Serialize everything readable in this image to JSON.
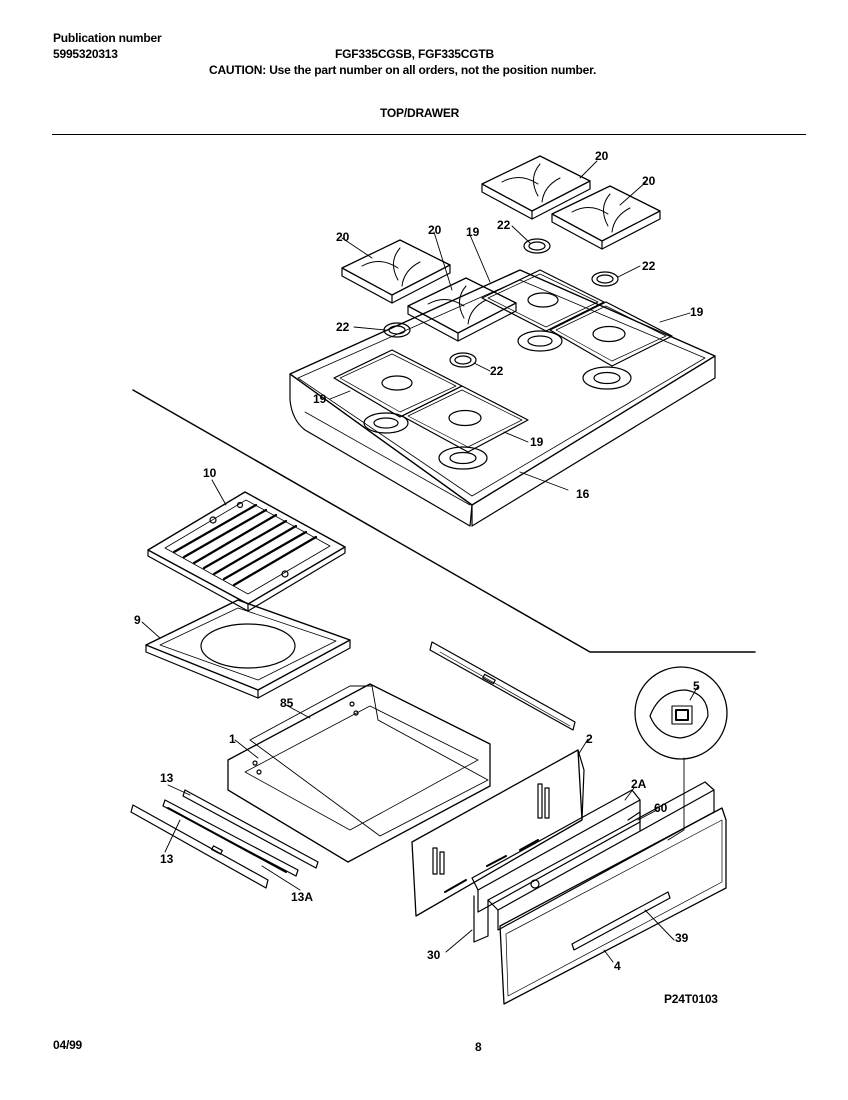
{
  "header": {
    "publication_label": "Publication number",
    "publication_number": "5995320313",
    "models": "FGF335CGSB, FGF335CGTB",
    "caution": "CAUTION:  Use the part number on all orders, not the position number.",
    "section_title": "TOP/DRAWER"
  },
  "callouts": {
    "c20a": "20",
    "c20b": "20",
    "c20c": "20",
    "c20d": "20",
    "c22a": "22",
    "c22b": "22",
    "c22c": "22",
    "c22d": "22",
    "c19a": "19",
    "c19b": "19",
    "c19c": "19",
    "c19d": "19",
    "c16": "16",
    "c10": "10",
    "c9": "9",
    "c85": "85",
    "c1": "1",
    "c13a": "13",
    "c13b": "13",
    "c13A": "13A",
    "c2": "2",
    "c2A": "2A",
    "c60": "60",
    "c5": "5",
    "c39": "39",
    "c4": "4",
    "c30": "30"
  },
  "footer": {
    "figure_id": "P24T0103",
    "date": "04/99",
    "page": "8"
  }
}
